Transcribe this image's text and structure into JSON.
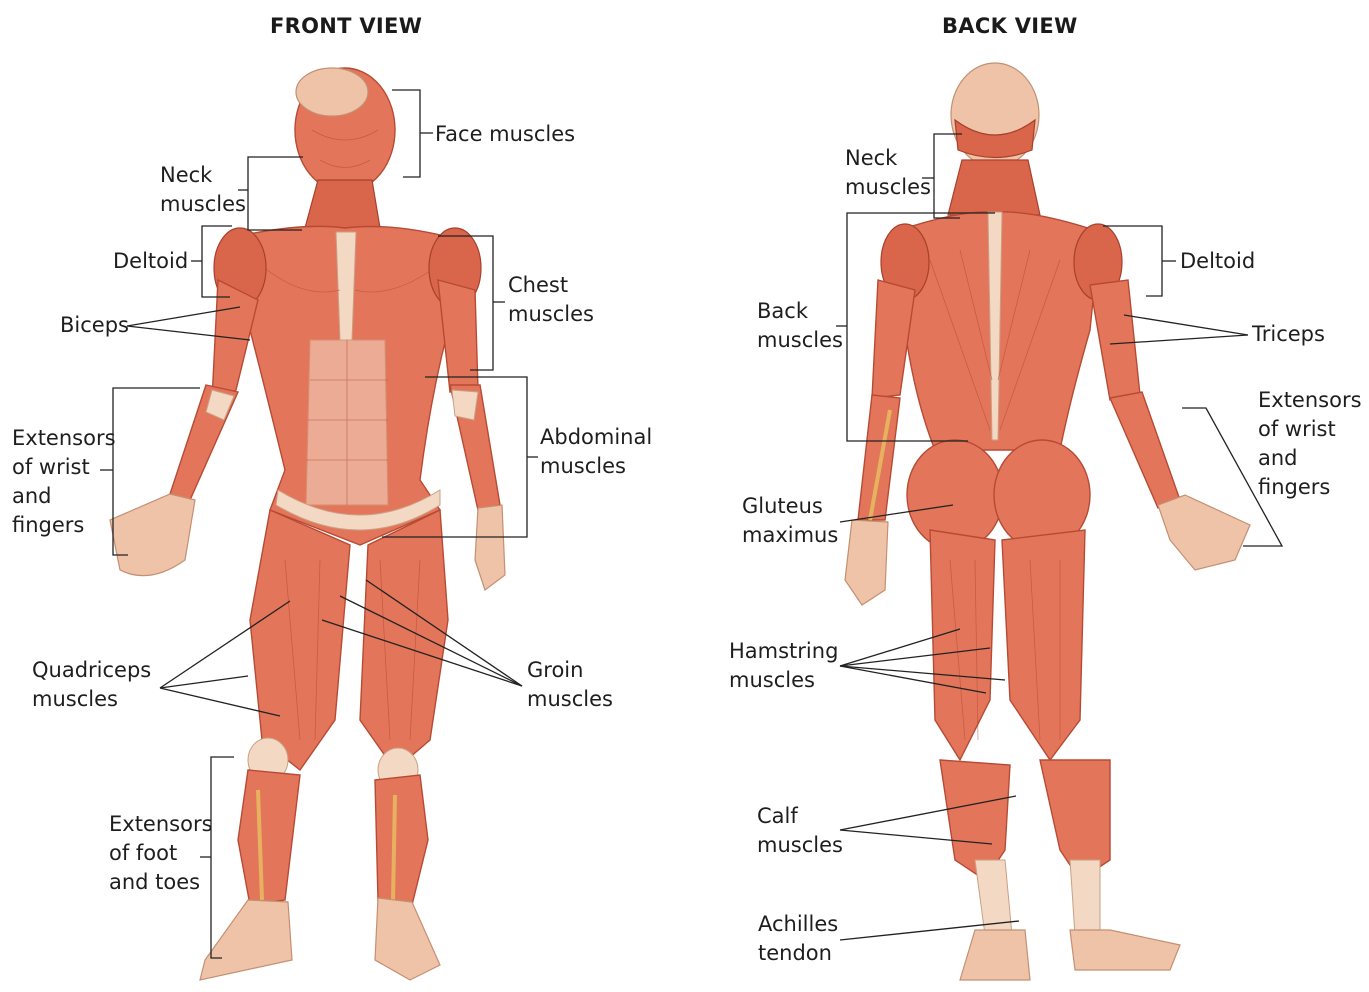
{
  "titles": {
    "front": "FRONT VIEW",
    "back": "BACK VIEW"
  },
  "front": {
    "face": [
      "Face muscles"
    ],
    "neck": [
      "Neck",
      "muscles"
    ],
    "deltoid": [
      "Deltoid"
    ],
    "biceps": [
      "Biceps"
    ],
    "chest": [
      "Chest",
      "muscles"
    ],
    "extensors_wrist": [
      "Extensors",
      "of wrist",
      "and",
      "fingers"
    ],
    "abdominal": [
      "Abdominal",
      "muscles"
    ],
    "quadriceps": [
      "Quadriceps",
      "muscles"
    ],
    "groin": [
      "Groin",
      "muscles"
    ],
    "extensors_foot": [
      "Extensors",
      "of foot",
      "and toes"
    ]
  },
  "back": {
    "neck": [
      "Neck",
      "muscles"
    ],
    "deltoid": [
      "Deltoid"
    ],
    "back": [
      "Back",
      "muscles"
    ],
    "triceps": [
      "Triceps"
    ],
    "extensors_wrist": [
      "Extensors",
      "of wrist",
      "and",
      "fingers"
    ],
    "gluteus": [
      "Gluteus",
      "maximus"
    ],
    "hamstring": [
      "Hamstring",
      "muscles"
    ],
    "calf": [
      "Calf",
      "muscles"
    ],
    "achilles": [
      "Achilles",
      "tendon"
    ]
  },
  "colors": {
    "muscle": "#e3765a",
    "muscle_dark": "#b74a34",
    "tendon": "#f3d8c4",
    "skin": "#efc3a8"
  }
}
